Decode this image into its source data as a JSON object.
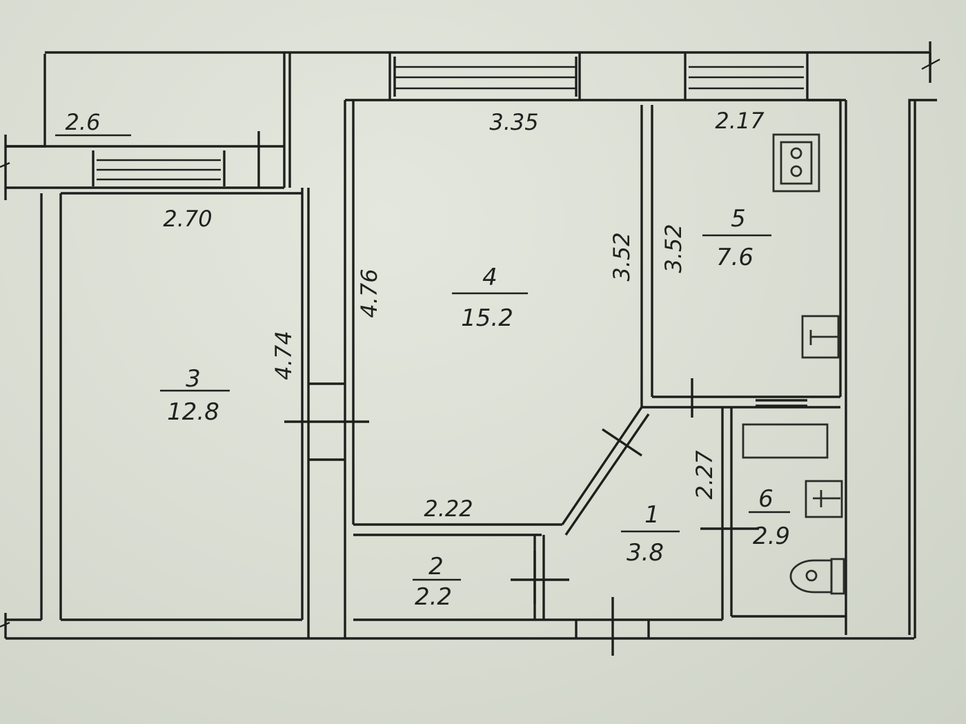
{
  "plan": {
    "rooms": [
      {
        "number": "1",
        "area": "3.8"
      },
      {
        "number": "2",
        "area": "2.2"
      },
      {
        "number": "3",
        "area": "12.8"
      },
      {
        "number": "4",
        "area": "15.2"
      },
      {
        "number": "5",
        "area": "7.6"
      },
      {
        "number": "6",
        "area": "2.9"
      }
    ],
    "dimensions": {
      "balcony_width": "2.6",
      "room3_width": "2.70",
      "room3_length": "4.74",
      "room4_width": "3.35",
      "room4_left_length": "4.76",
      "room4_right_length": "3.52",
      "room4_bottom_width": "2.22",
      "kitchen_width": "2.17",
      "kitchen_length": "3.52",
      "hall_length": "2.27"
    },
    "fixture_icons": [
      "stove-icon",
      "sink-icon",
      "bathtub-icon",
      "washbasin-icon",
      "toilet-icon"
    ],
    "colors": {
      "paper": "#dcdfd5",
      "ink": "#1d1f1c"
    }
  }
}
